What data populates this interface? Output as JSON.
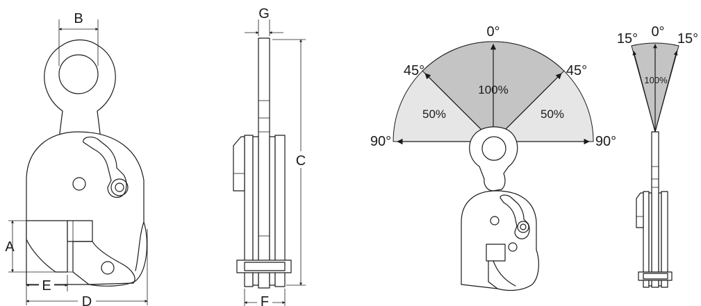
{
  "dimension_labels": {
    "a": "A",
    "b": "B",
    "c": "C",
    "d": "D",
    "e_front": "E",
    "f": "F",
    "g": "G"
  },
  "rotation_diagram": {
    "angle_top": "0°",
    "angle_left_mid": "45°",
    "angle_right_mid": "45°",
    "angle_left_side": "90°",
    "angle_right_side": "90°",
    "capacity_center": "100%",
    "capacity_left": "50%",
    "capacity_right": "50%"
  },
  "side_rotation_diagram": {
    "angle_left": "15°",
    "angle_top": "0°",
    "angle_right": "15°",
    "capacity_center": "100%"
  },
  "colors": {
    "full_capacity_zone": "#c4c4c4",
    "reduced_capacity_zone": "#e6e6e6",
    "line": "#1a1a1a"
  }
}
